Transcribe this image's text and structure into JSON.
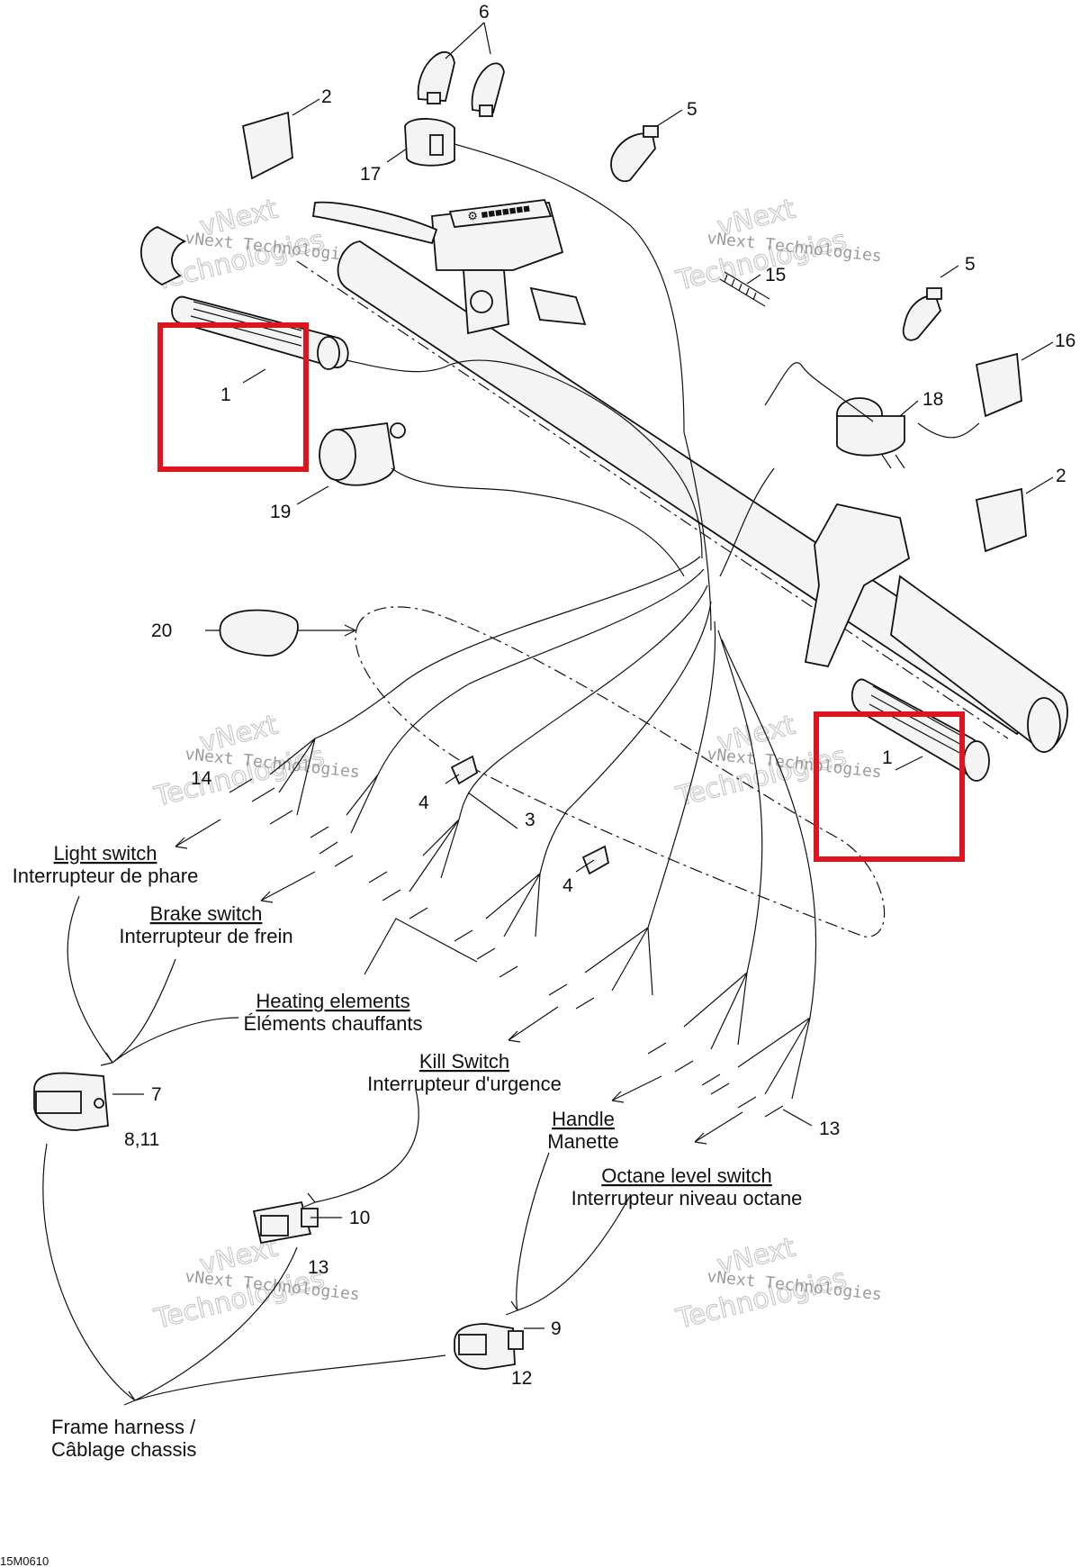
{
  "callouts": {
    "c6": "6",
    "c2a": "2",
    "c5a": "5",
    "c17": "17",
    "c15": "15",
    "c5b": "5",
    "c16": "16",
    "c18": "18",
    "c1a": "1",
    "c19": "19",
    "c2b": "2",
    "c20": "20",
    "c14": "14",
    "c4a": "4",
    "c3": "3",
    "c1b": "1",
    "c4b": "4",
    "c7": "7",
    "c8_11": "8,11",
    "c10": "10",
    "c13a": "13",
    "c13b": "13",
    "c9": "9",
    "c12": "12"
  },
  "labels": {
    "light_switch_en": "Light switch",
    "light_switch_fr": "Interrupteur de phare",
    "brake_switch_en": "Brake switch",
    "brake_switch_fr": "Interrupteur de frein",
    "heating_en": "Heating elements",
    "heating_fr": "Éléments chauffants",
    "kill_en": "Kill Switch",
    "kill_fr": "Interrupteur d'urgence",
    "handle_en": "Handle",
    "handle_fr": "Manette",
    "octane_en": "Octane level switch",
    "octane_fr": "Interrupteur niveau octane",
    "frame_en": "Frame harness /",
    "frame_fr": "Câblage chassis"
  },
  "watermark": {
    "line1": "vNext Technologies",
    "line2": "Technologies",
    "line3": "vNext"
  },
  "figure_code": "15M0610",
  "colors": {
    "highlight": "#e0141e",
    "ink": "#111111",
    "watermark": "#9a9a9a"
  }
}
